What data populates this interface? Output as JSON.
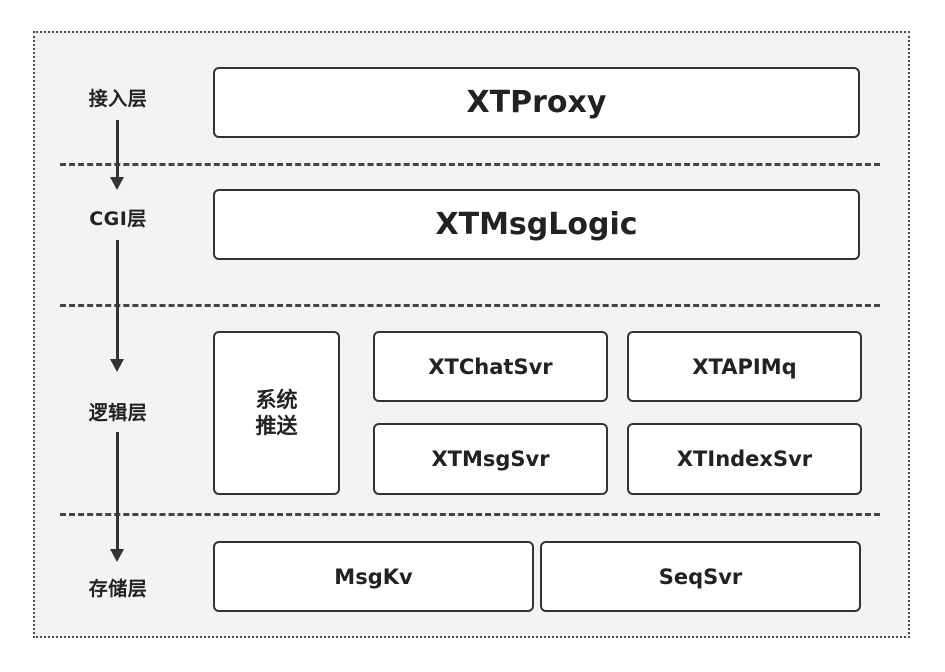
{
  "layers": {
    "access": "接入层",
    "cgi": "CGI层",
    "logic": "逻辑层",
    "storage": "存储层"
  },
  "boxes": {
    "xtproxy": "XTProxy",
    "xtmsglogic": "XTMsgLogic",
    "system_push_line1": "系统",
    "system_push_line2": "推送",
    "xtchatsvr": "XTChatSvr",
    "xtapimq": "XTAPIMq",
    "xtmsgsvr": "XTMsgSvr",
    "xtindexsvr": "XTIndexSvr",
    "msgkv": "MsgKv",
    "seqsvr": "SeqSvr"
  },
  "colors": {
    "background": "#f3f3f3",
    "box_fill": "#ffffff",
    "stroke": "#333333"
  }
}
